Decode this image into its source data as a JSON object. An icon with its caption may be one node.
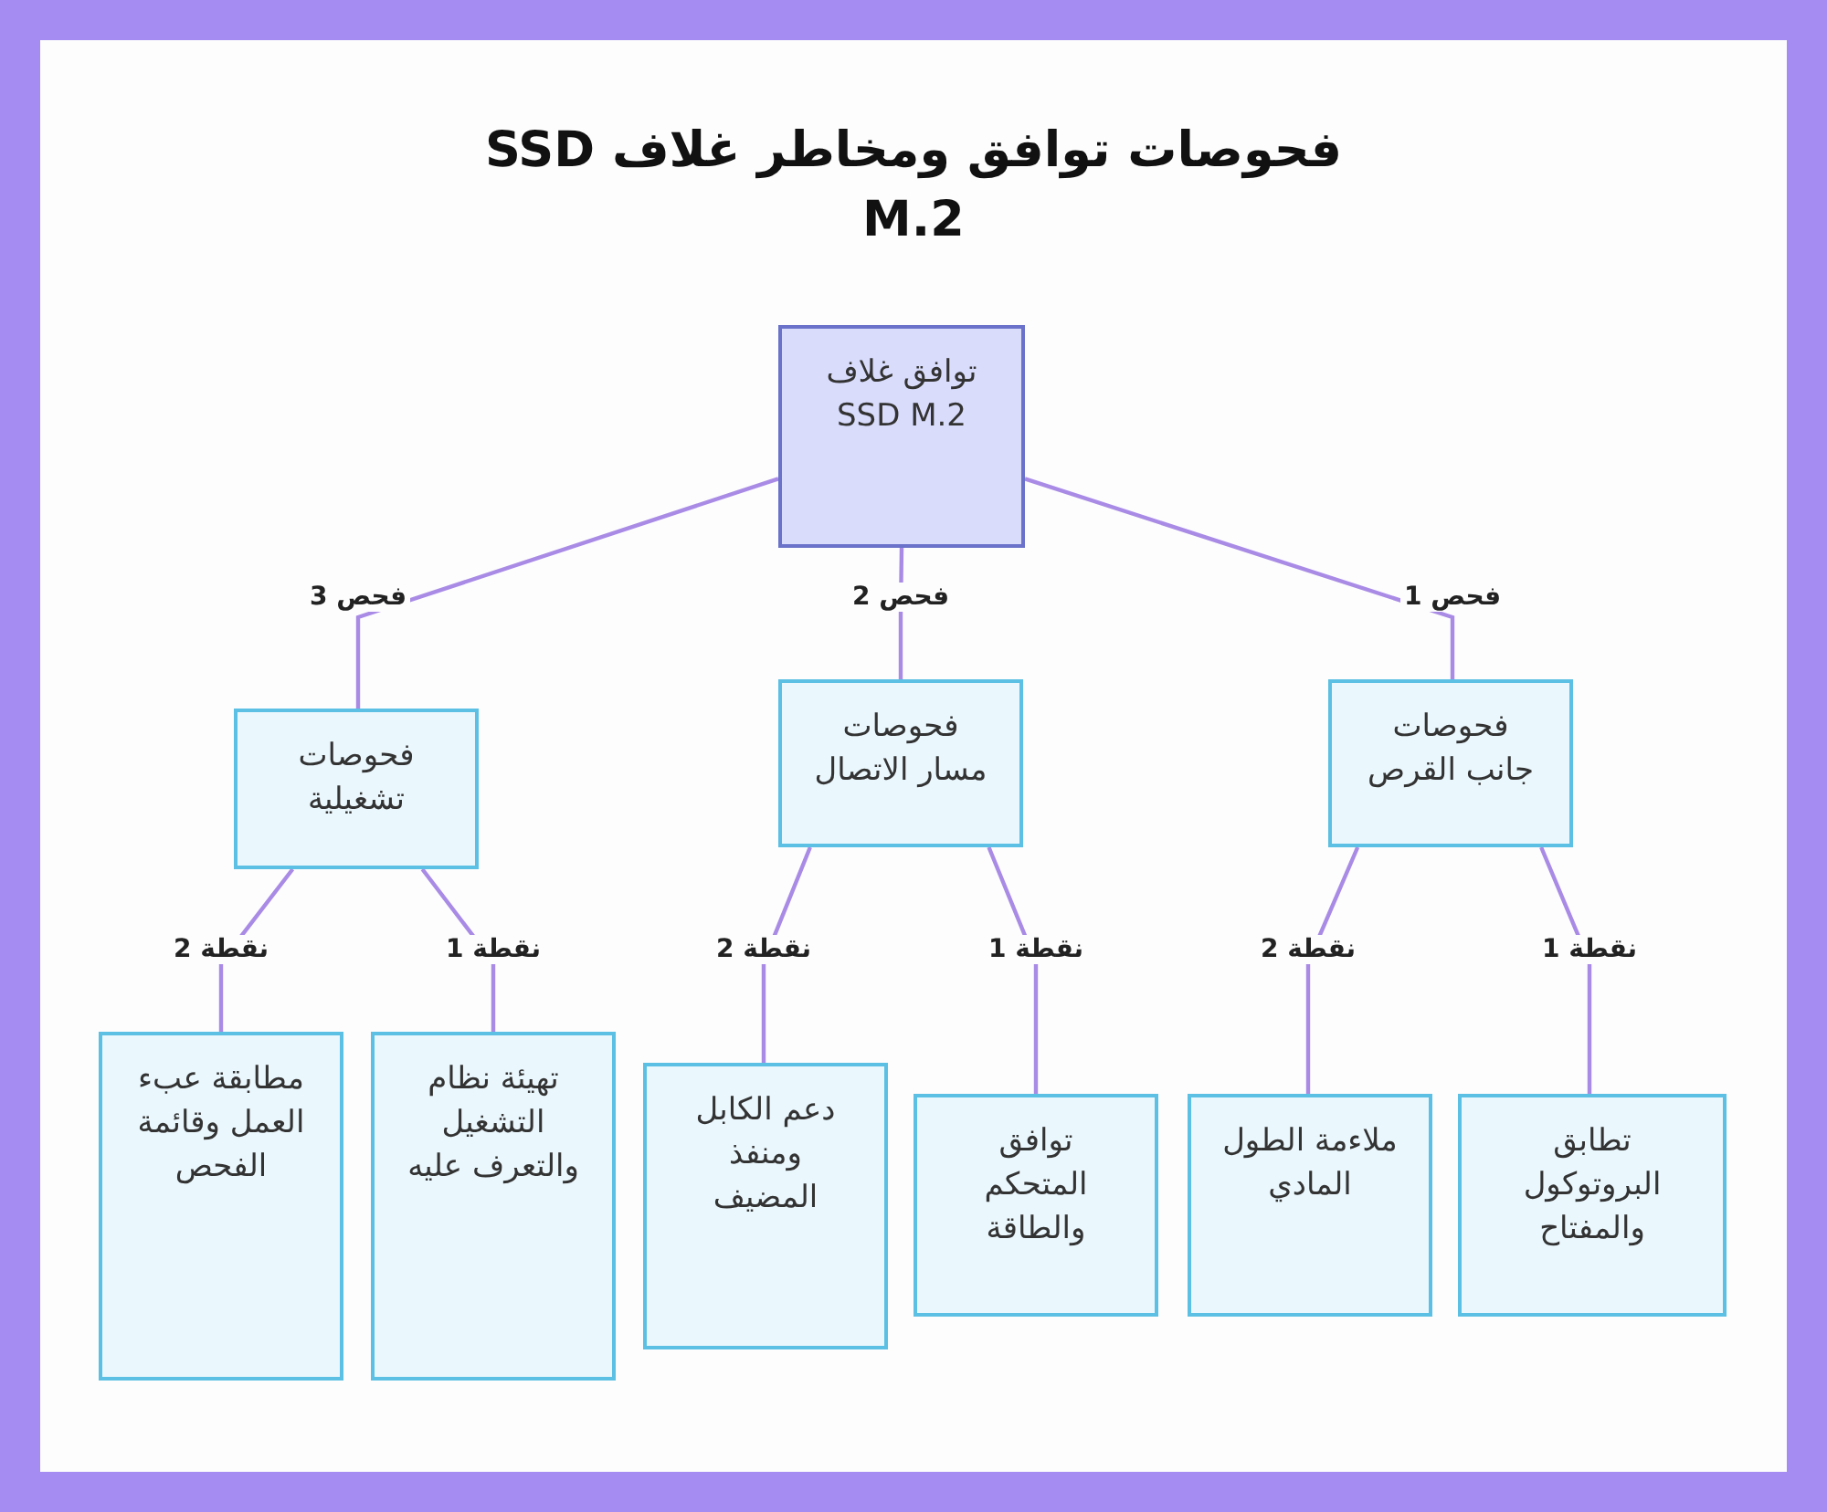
{
  "diagram": {
    "title": "فحوصات توافق ومخاطر غلاف SSD M.2",
    "nodes": [
      {
        "text": [
          "توافق غلاف SSD M.2"
        ]
      },
      {
        "text": [
          "فحوصات جانب القرص"
        ]
      },
      {
        "text": [
          "فحوصات مسار الاتصال"
        ]
      },
      {
        "text": [
          "فحوصات تشغيلية"
        ]
      },
      {
        "text": [
          "تطابق البروتوكول والمفتاح"
        ]
      },
      {
        "text": [
          "ملاءمة الطول المادي"
        ]
      },
      {
        "text": [
          "توافق المتحكم والطاقة"
        ]
      },
      {
        "text": [
          "دعم الكابل ومنفذ المضيف"
        ]
      },
      {
        "text": [
          "تهيئة نظام التشغيل والتعرف عليه"
        ]
      },
      {
        "text": [
          "مطابقة عبء العمل وقائمة الفحص"
        ]
      }
    ],
    "edges": [
      {
        "from": 0,
        "to": 1,
        "arrow": "none",
        "label": "فحص 1"
      },
      {
        "from": 0,
        "to": 2,
        "arrow": "none",
        "label": "فحص 2"
      },
      {
        "from": 0,
        "to": 3,
        "arrow": "none",
        "label": "فحص 3"
      },
      {
        "from": 1,
        "to": 4,
        "arrow": "none",
        "label": "نقطة 1"
      },
      {
        "from": 1,
        "to": 5,
        "arrow": "none",
        "label": "نقطة 2"
      },
      {
        "from": 2,
        "to": 6,
        "arrow": "none",
        "label": "نقطة 1"
      },
      {
        "from": 2,
        "to": 7,
        "arrow": "none",
        "label": "نقطة 2"
      },
      {
        "from": 3,
        "to": 8,
        "arrow": "none",
        "label": "نقطة 1"
      },
      {
        "from": 3,
        "to": 9,
        "arrow": "none",
        "label": "نقطة 2"
      }
    ]
  }
}
